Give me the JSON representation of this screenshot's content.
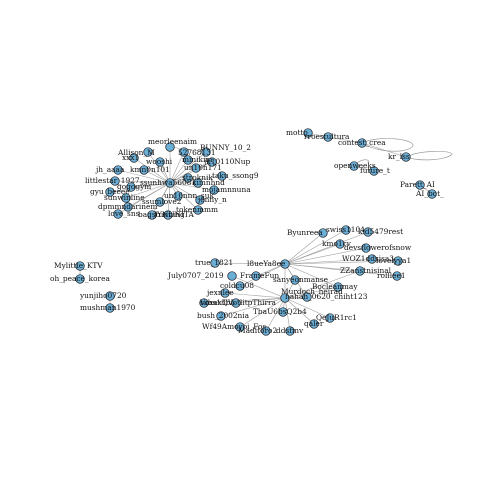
{
  "graph": {
    "node_color": "#6baed6",
    "node_stroke": "#1f1f1f",
    "edge_color": "#9e9e9e",
    "clusters": [
      {
        "id": "top-left",
        "nodes": [
          {
            "id": "n1",
            "label": "Allison_M"
          },
          {
            "id": "n2",
            "label": "meorleenaim"
          },
          {
            "id": "n3",
            "label": "52768131"
          },
          {
            "id": "n4",
            "label": "BUNNY_10_2"
          },
          {
            "id": "n5",
            "label": "xxx1"
          },
          {
            "id": "n6",
            "label": "wooshi"
          },
          {
            "id": "n7",
            "label": "minikim"
          },
          {
            "id": "n8",
            "label": "jk10110Nup"
          },
          {
            "id": "n9",
            "label": "jh_aaaa"
          },
          {
            "id": "n10",
            "label": "kmn0n101"
          },
          {
            "id": "n11",
            "label": "un10n171"
          },
          {
            "id": "n12",
            "label": "taku_ssong9"
          },
          {
            "id": "n13",
            "label": "littlestar_1927"
          },
          {
            "id": "n14",
            "label": "gogogym"
          },
          {
            "id": "n15",
            "label": "ssunhwa5608"
          },
          {
            "id": "n16",
            "label": "kimnhnd"
          },
          {
            "id": "n17",
            "label": "mojamnnuna"
          },
          {
            "id": "n18",
            "label": "gyu_beeee"
          },
          {
            "id": "n19",
            "label": "sunwinline"
          },
          {
            "id": "n20",
            "label": "un16nnn_suk"
          },
          {
            "id": "n21",
            "label": "dpmmndarinem"
          },
          {
            "id": "n22",
            "label": "ssumlove2"
          },
          {
            "id": "n23",
            "label": "jenny_n"
          },
          {
            "id": "n24",
            "label": "love_sns"
          },
          {
            "id": "n25",
            "label": "stroknik"
          },
          {
            "id": "n26",
            "label": "bagstunning"
          },
          {
            "id": "n27",
            "label": "tokenmmm"
          },
          {
            "id": "n28",
            "label": "JYNUNITA"
          }
        ]
      },
      {
        "id": "top-right",
        "nodes": [
          {
            "id": "r1",
            "label": "motto"
          },
          {
            "id": "r2",
            "label": "rroestultura"
          },
          {
            "id": "r3",
            "label": "contest_crea"
          },
          {
            "id": "r4",
            "label": "kr_lss"
          },
          {
            "id": "r5",
            "label": "openweeks"
          },
          {
            "id": "r6",
            "label": "future_t"
          },
          {
            "id": "r7",
            "label": "Parett_AI"
          },
          {
            "id": "r8",
            "label": "AI_bot_"
          }
        ]
      },
      {
        "id": "left",
        "nodes": [
          {
            "id": "l1",
            "label": "Mylittle_KTV"
          },
          {
            "id": "l2",
            "label": "oh_peace_korea"
          },
          {
            "id": "l3",
            "label": "yunjiho0720"
          },
          {
            "id": "l4",
            "label": "mushman1970"
          }
        ]
      },
      {
        "id": "bottom",
        "nodes": [
          {
            "id": "b1",
            "label": "Byunreea"
          },
          {
            "id": "b2",
            "label": "swiss1104"
          },
          {
            "id": "b3",
            "label": "kid5479rest"
          },
          {
            "id": "b4",
            "label": "kmo1cv"
          },
          {
            "id": "b5",
            "label": "devsflowerofsnow"
          },
          {
            "id": "b6",
            "label": "WOZ1ddsisa3"
          },
          {
            "id": "b7",
            "label": "lovelyya1"
          },
          {
            "id": "b8",
            "label": "true_1821"
          },
          {
            "id": "b9",
            "label": "l8ueYa8ee"
          },
          {
            "id": "b10",
            "label": "ZZanstnisinal"
          },
          {
            "id": "b11",
            "label": "rolllee1"
          },
          {
            "id": "b12",
            "label": "July0707_2019"
          },
          {
            "id": "b13",
            "label": "FrameFun"
          },
          {
            "id": "b14",
            "label": "coldcu08"
          },
          {
            "id": "b15",
            "label": "sanyeonmanse"
          },
          {
            "id": "b16",
            "label": "Bocleanmay"
          },
          {
            "id": "b17",
            "label": "jexnlee"
          },
          {
            "id": "b18",
            "label": "Murdoch_heirad"
          },
          {
            "id": "b19",
            "label": "hahah_0620_chiht123"
          },
          {
            "id": "b20",
            "label": "VoxaxQVotlitpThirra"
          },
          {
            "id": "b21",
            "label": "tubs13b5"
          },
          {
            "id": "b22",
            "label": "TbaU6bsQ2b4"
          },
          {
            "id": "b23",
            "label": "bush_2002nia"
          },
          {
            "id": "b24",
            "label": "QeJuR1rc1"
          },
          {
            "id": "b25",
            "label": "Wf49Amoyoi_Fos"
          },
          {
            "id": "b26",
            "label": "Maditoro2"
          },
          {
            "id": "b27",
            "label": "ddsfmv"
          },
          {
            "id": "b28",
            "label": "qaler"
          }
        ]
      }
    ],
    "edges": [
      [
        "n15",
        "n1"
      ],
      [
        "n15",
        "n2"
      ],
      [
        "n15",
        "n3"
      ],
      [
        "n15",
        "n4"
      ],
      [
        "n15",
        "n5"
      ],
      [
        "n15",
        "n6"
      ],
      [
        "n15",
        "n7"
      ],
      [
        "n15",
        "n8"
      ],
      [
        "n15",
        "n9"
      ],
      [
        "n15",
        "n10"
      ],
      [
        "n15",
        "n11"
      ],
      [
        "n15",
        "n12"
      ],
      [
        "n15",
        "n13"
      ],
      [
        "n15",
        "n14"
      ],
      [
        "n15",
        "n16"
      ],
      [
        "n15",
        "n17"
      ],
      [
        "n15",
        "n18"
      ],
      [
        "n15",
        "n19"
      ],
      [
        "n15",
        "n20"
      ],
      [
        "n15",
        "n21"
      ],
      [
        "n15",
        "n22"
      ],
      [
        "n15",
        "n23"
      ],
      [
        "n15",
        "n24"
      ],
      [
        "n15",
        "n25"
      ],
      [
        "n15",
        "n26"
      ],
      [
        "n15",
        "n27"
      ],
      [
        "n15",
        "n28"
      ],
      [
        "n8",
        "n11"
      ],
      [
        "n4",
        "n2"
      ],
      [
        "r1",
        "r2"
      ],
      [
        "r2",
        "r3"
      ],
      [
        "r3",
        "r4"
      ],
      [
        "r4",
        "r4b"
      ],
      [
        "r5",
        "r6"
      ],
      [
        "r7",
        "r8"
      ],
      [
        "l1",
        "l2"
      ],
      [
        "l3",
        "l4"
      ],
      [
        "b9",
        "b1"
      ],
      [
        "b9",
        "b2"
      ],
      [
        "b9",
        "b3"
      ],
      [
        "b9",
        "b4"
      ],
      [
        "b9",
        "b5"
      ],
      [
        "b9",
        "b6"
      ],
      [
        "b9",
        "b7"
      ],
      [
        "b9",
        "b10"
      ],
      [
        "b9",
        "b11"
      ],
      [
        "b9",
        "b13"
      ],
      [
        "b9",
        "b14"
      ],
      [
        "b9",
        "b15"
      ],
      [
        "b9",
        "b16"
      ],
      [
        "b9",
        "b18"
      ],
      [
        "b9",
        "b19"
      ],
      [
        "b9",
        "b8"
      ],
      [
        "b18",
        "b12"
      ],
      [
        "b18",
        "b17"
      ],
      [
        "b18",
        "b20"
      ],
      [
        "b18",
        "b21"
      ],
      [
        "b18",
        "b22"
      ],
      [
        "b18",
        "b23"
      ],
      [
        "b18",
        "b24"
      ],
      [
        "b18",
        "b25"
      ],
      [
        "b18",
        "b26"
      ],
      [
        "b18",
        "b27"
      ],
      [
        "b18",
        "b28"
      ],
      [
        "b18",
        "b19"
      ],
      [
        "b18",
        "b15"
      ],
      [
        "b18",
        "b16"
      ],
      [
        "b18",
        "b10"
      ]
    ]
  }
}
